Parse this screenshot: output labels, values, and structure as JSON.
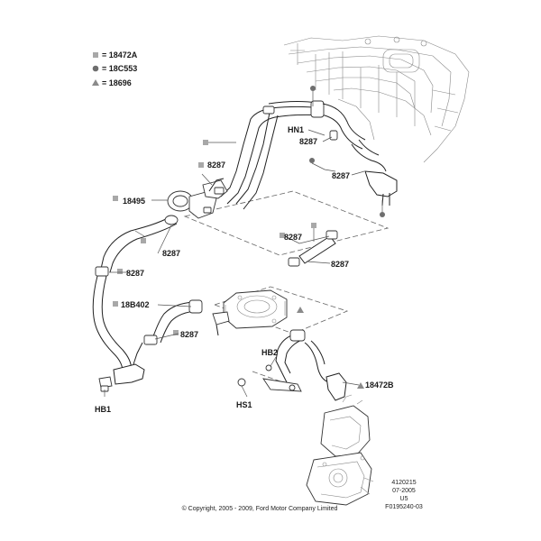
{
  "legend": [
    {
      "shape": "square",
      "text": "= 18472A"
    },
    {
      "shape": "circle",
      "text": "= 18C553"
    },
    {
      "shape": "triangle",
      "text": "= 18696"
    }
  ],
  "callouts": {
    "hn1": "HN1",
    "c8287_a": "8287",
    "c8287_b": "8287",
    "c8287_c": "8287",
    "c8287_d": "8287",
    "c8287_e": "8287",
    "c8287_f": "8287",
    "c8287_g": "8287",
    "c8287_h": "8287",
    "c18495": "18495",
    "c18b402": "18B402",
    "hb2": "HB2",
    "c18472b": "18472B",
    "hs1": "HS1",
    "hb1": "HB1"
  },
  "info_block": {
    "line1": "4120215",
    "line2": "07-2005",
    "line3": "U5",
    "line4": "F0195240-03"
  },
  "copyright": "© Copyright, 2005 - 2009, Ford Motor Company Limited",
  "colors": {
    "square": "#a8a8a8",
    "circle": "#6e6e6e",
    "triangle": "#8a8a8a"
  }
}
